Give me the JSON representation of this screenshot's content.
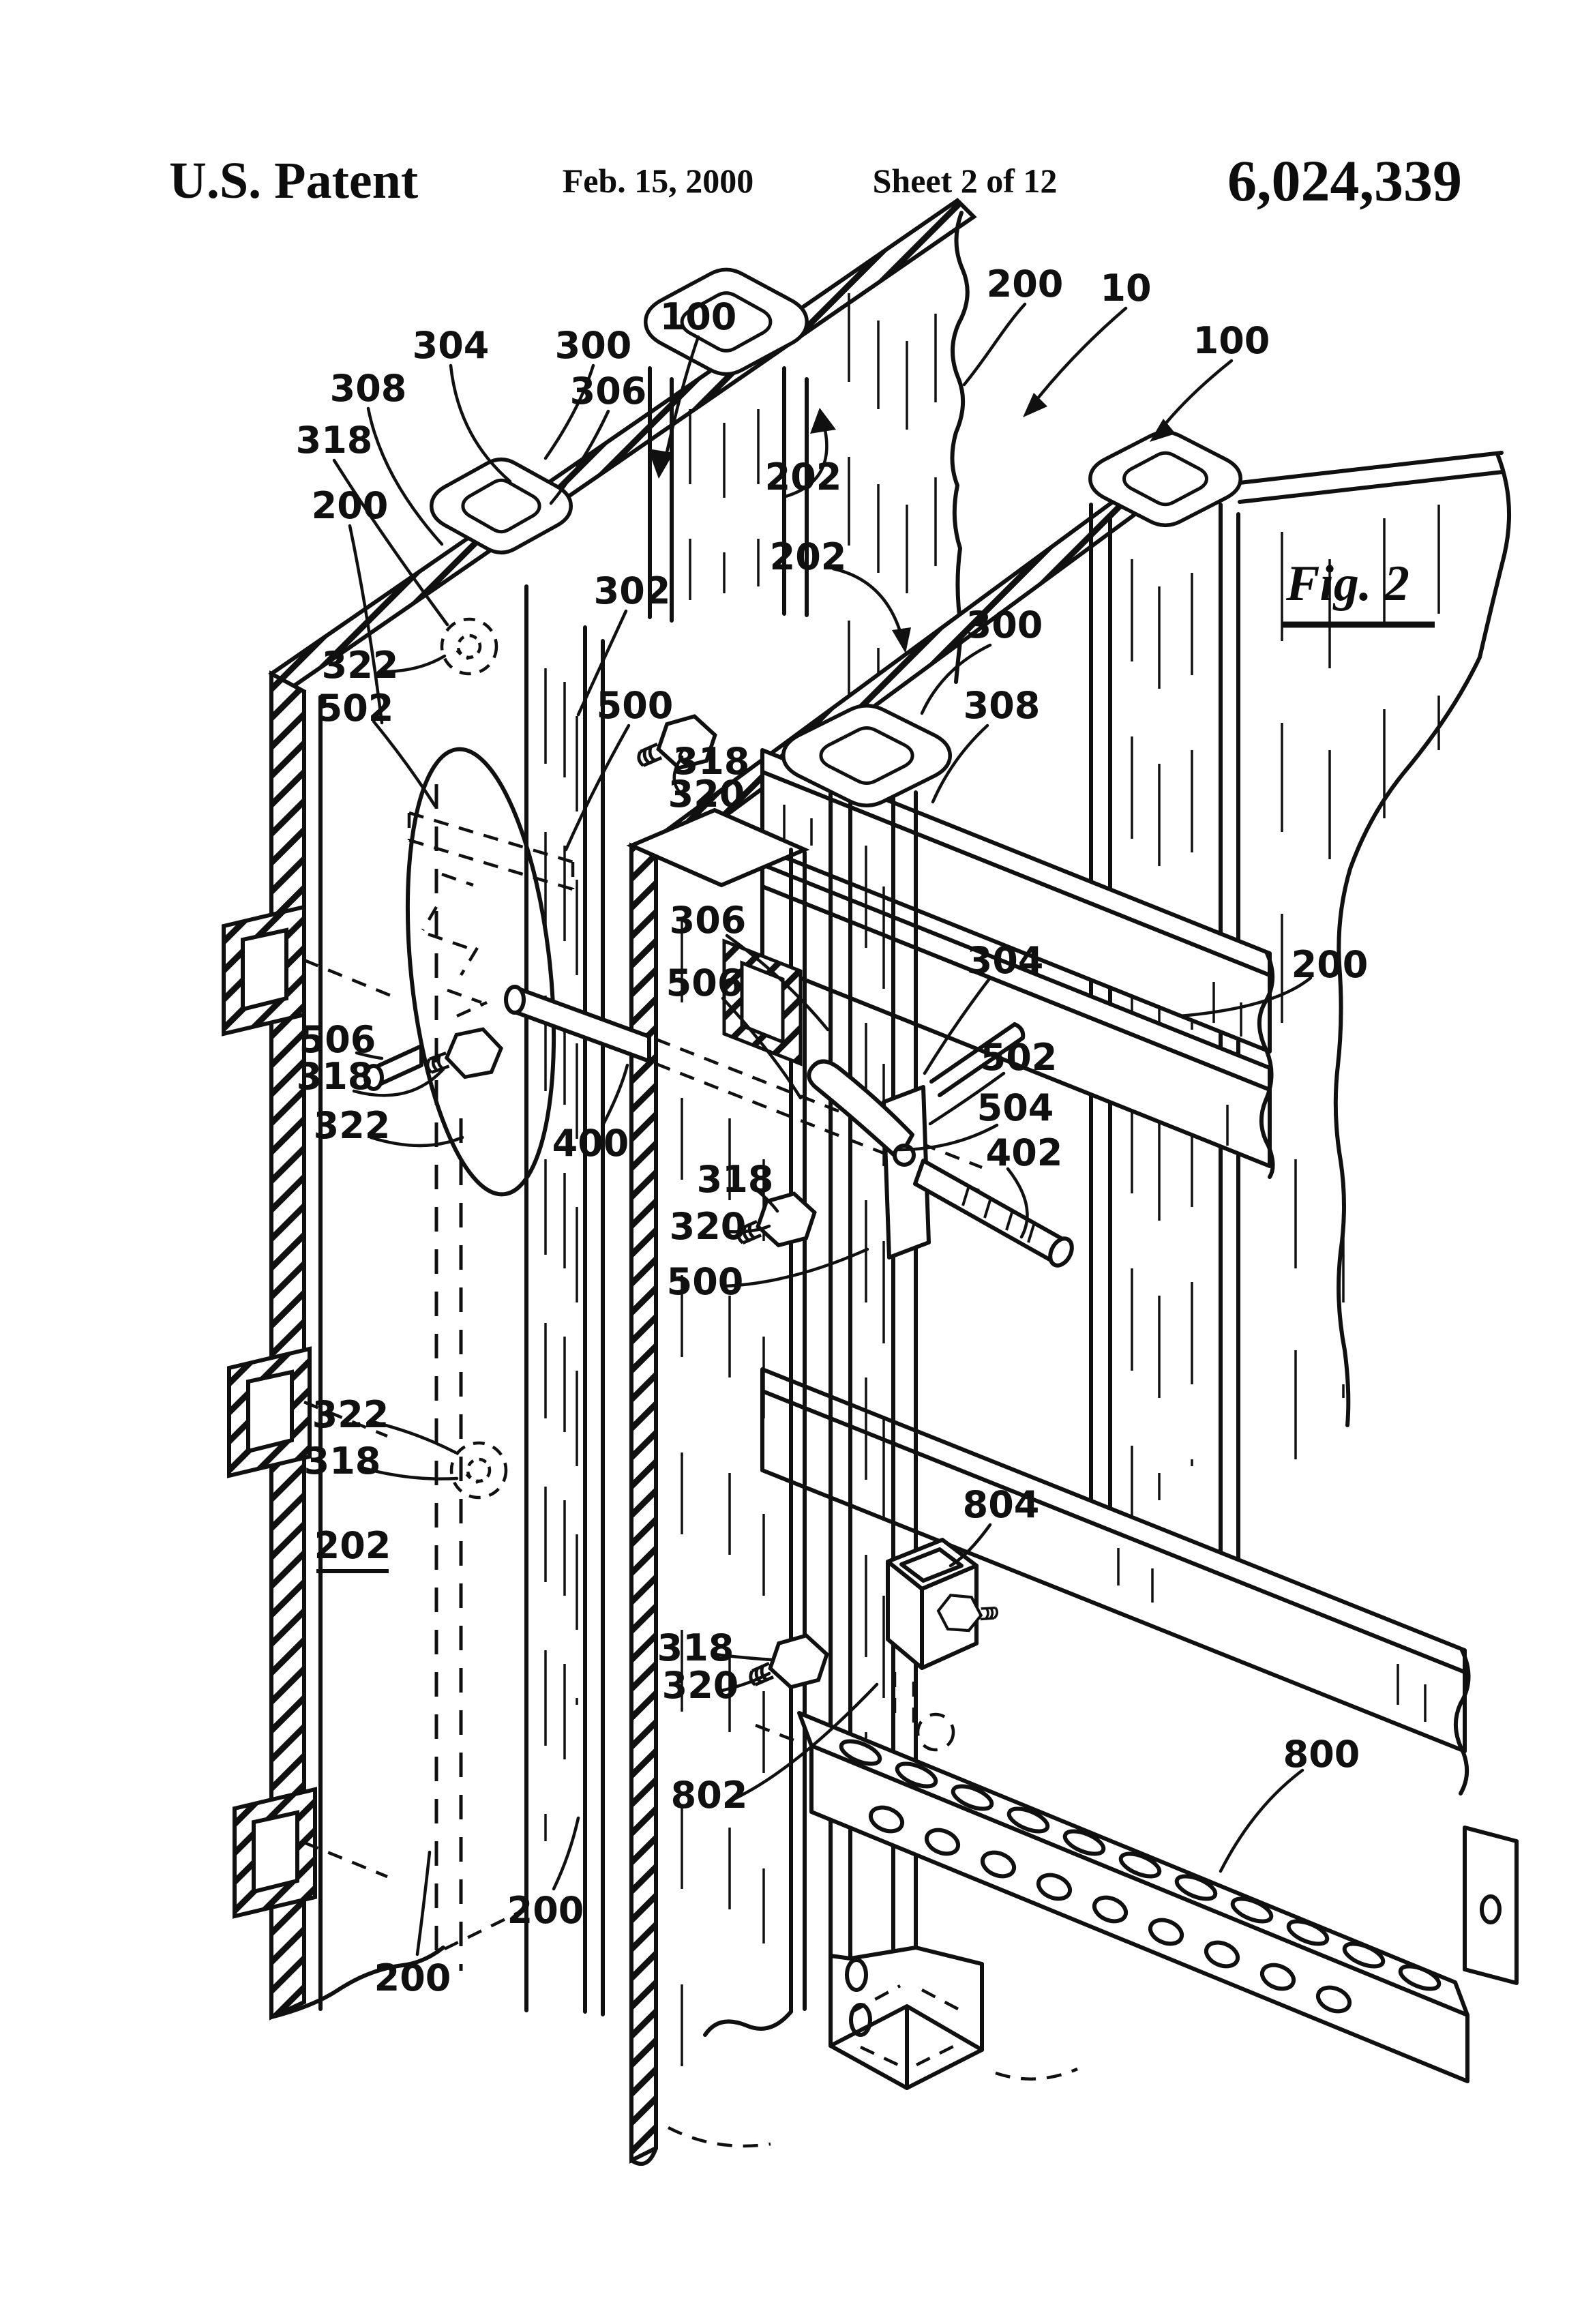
{
  "header": {
    "title": "U.S. Patent",
    "date": "Feb. 15, 2000",
    "sheet": "Sheet 2 of 12",
    "patent_number": "6,024,339"
  },
  "figure": {
    "caption": "Fig. 2",
    "labels": [
      {
        "id": "ref-304-a",
        "text": "304"
      },
      {
        "id": "ref-300-a",
        "text": "300"
      },
      {
        "id": "ref-308-a",
        "text": "308"
      },
      {
        "id": "ref-306-a",
        "text": "306"
      },
      {
        "id": "ref-318-a",
        "text": "318"
      },
      {
        "id": "ref-200-a",
        "text": "200"
      },
      {
        "id": "ref-100-a",
        "text": "100"
      },
      {
        "id": "ref-202-a",
        "text": "202"
      },
      {
        "id": "ref-200-b",
        "text": "200"
      },
      {
        "id": "ref-10",
        "text": "10"
      },
      {
        "id": "ref-100-b",
        "text": "100"
      },
      {
        "id": "ref-202-b",
        "text": "202"
      },
      {
        "id": "ref-300-b",
        "text": "300"
      },
      {
        "id": "ref-308-b",
        "text": "308"
      },
      {
        "id": "ref-322-a",
        "text": "322"
      },
      {
        "id": "ref-502-a",
        "text": "502"
      },
      {
        "id": "ref-302",
        "text": "302"
      },
      {
        "id": "ref-500-a",
        "text": "500"
      },
      {
        "id": "ref-318-b",
        "text": "318"
      },
      {
        "id": "ref-320-a",
        "text": "320"
      },
      {
        "id": "ref-306-b",
        "text": "306"
      },
      {
        "id": "ref-506-a",
        "text": "506"
      },
      {
        "id": "ref-304-b",
        "text": "304"
      },
      {
        "id": "ref-200-c",
        "text": "200"
      },
      {
        "id": "ref-502-b",
        "text": "502"
      },
      {
        "id": "ref-504",
        "text": "504"
      },
      {
        "id": "ref-402",
        "text": "402"
      },
      {
        "id": "ref-506-b",
        "text": "506"
      },
      {
        "id": "ref-318-c",
        "text": "318"
      },
      {
        "id": "ref-322-b",
        "text": "322"
      },
      {
        "id": "ref-400",
        "text": "400"
      },
      {
        "id": "ref-318-d",
        "text": "318"
      },
      {
        "id": "ref-320-b",
        "text": "320"
      },
      {
        "id": "ref-500-b",
        "text": "500"
      },
      {
        "id": "ref-322-c",
        "text": "322"
      },
      {
        "id": "ref-318-e",
        "text": "318"
      },
      {
        "id": "ref-202-u",
        "text": "202"
      },
      {
        "id": "ref-804",
        "text": "804"
      },
      {
        "id": "ref-318-f",
        "text": "318"
      },
      {
        "id": "ref-320-c",
        "text": "320"
      },
      {
        "id": "ref-802",
        "text": "802"
      },
      {
        "id": "ref-200-d",
        "text": "200"
      },
      {
        "id": "ref-200-e",
        "text": "200"
      },
      {
        "id": "ref-800",
        "text": "800"
      }
    ]
  }
}
